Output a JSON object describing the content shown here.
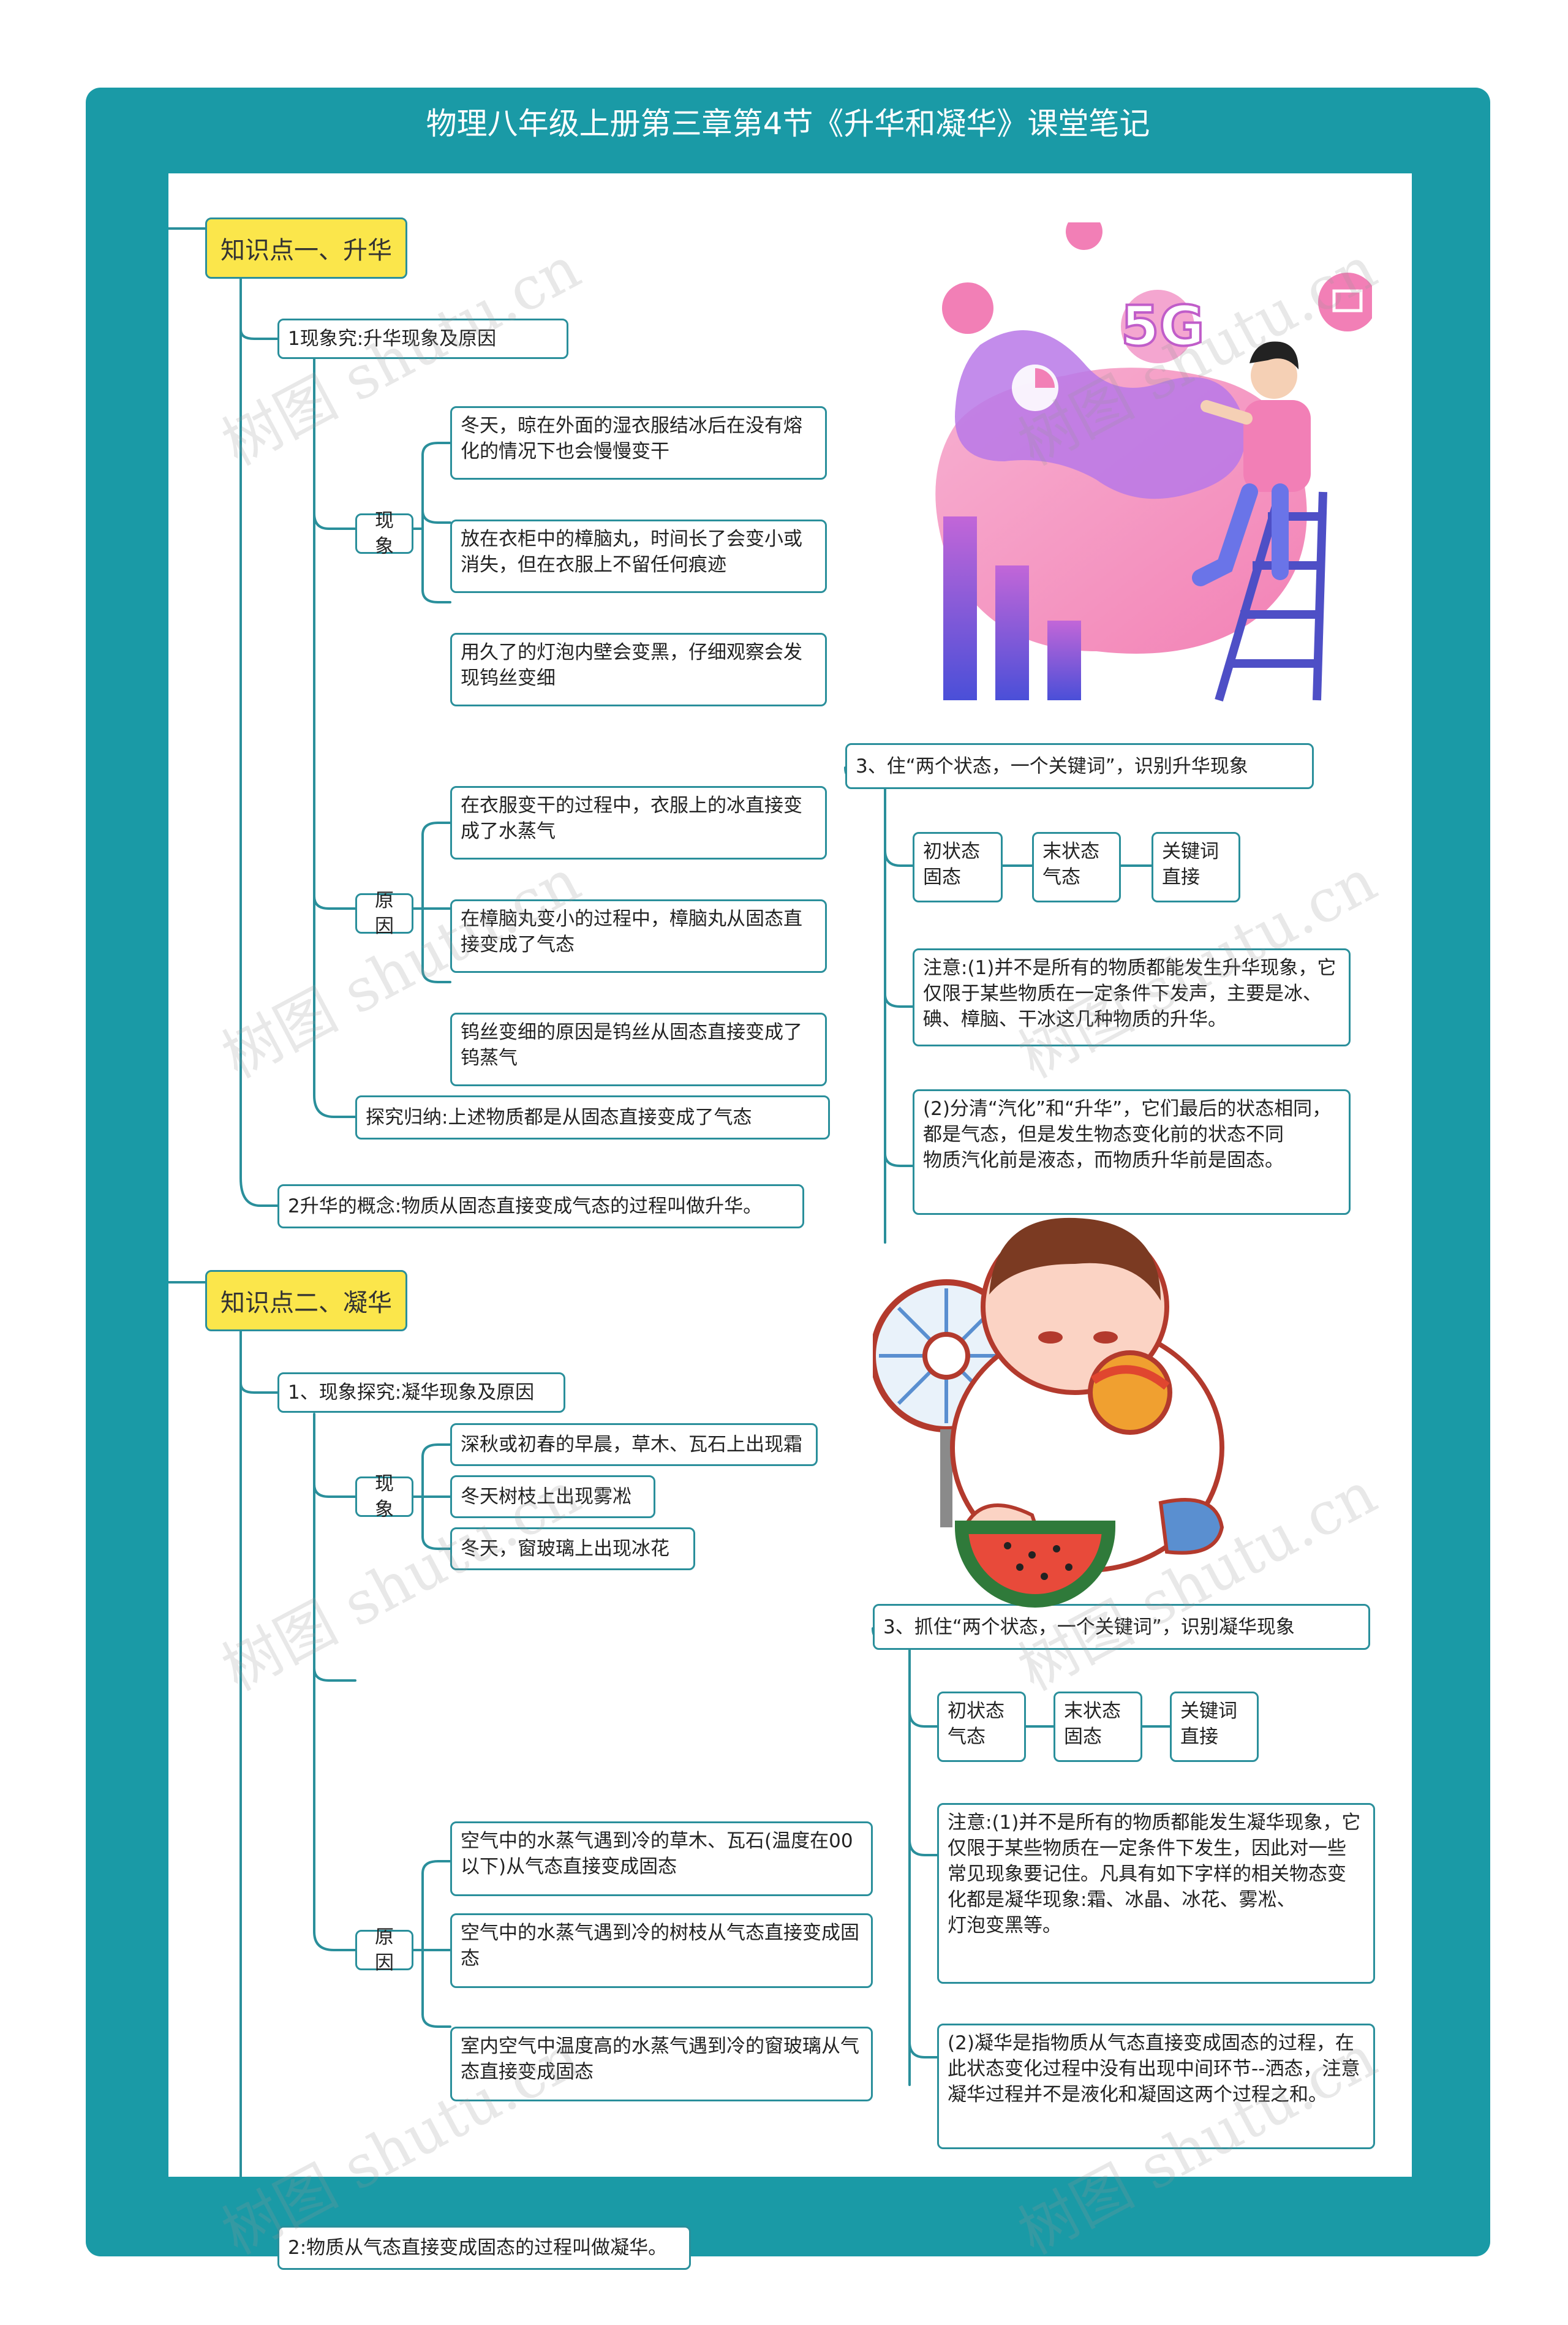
{
  "title": "物理八年级上册第三章第4节《升华和凝华》课堂笔记",
  "watermark": "树图 shutu.cn",
  "section1": {
    "heading": "知识点一、升华",
    "explore": "1现象究:升华现象及原因",
    "phenomena_label": "现象",
    "phenomena": [
      "冬天，晾在外面的湿衣服结冰后在没有熔化的情况下也会慢慢变干",
      "放在衣柜中的樟脑丸，时间长了会变小或消失，但在衣服上不留任何痕迹",
      "用久了的灯泡内壁会变黑，仔细观察会发现钨丝变细"
    ],
    "reasons_label": "原因",
    "reasons": [
      "在衣服变干的过程中，衣服上的冰直接变成了水蒸气",
      "在樟脑丸变小的过程中，樟脑丸从固态直接变成了气态",
      "钨丝变细的原因是钨丝从固态直接变成了钨蒸气"
    ],
    "summary": "探究归纳:上述物质都是从固态直接变成了气态",
    "concept": "2升华的概念:物质从固态直接变成气态的过程叫做升华。",
    "grasp": "3、住“两个状态，一个关键词”，识别升华现象",
    "states": [
      "初状态\n固态",
      "末状态\n气态",
      "关键词\n直接"
    ],
    "note1": "注意:(1)并不是所有的物质都能发生升华现象，它仅限于某些物质在一定条件下发声，主要是冰、碘、樟脑、干冰这几种物质的升华。",
    "note2": "(2)分清“汽化”和“升华”，它们最后的状态相同，都是气态，但是发生物态变化前的状态不同\n物质汽化前是液态，而物质升华前是固态。"
  },
  "section2": {
    "heading": "知识点二、凝华",
    "explore": "1、现象探究:凝华现象及原因",
    "phenomena_label": "现象",
    "phenomena": [
      "深秋或初春的早晨，草木、瓦石上出现霜",
      "冬天树枝上出现雾凇",
      "冬天，窗玻璃上出现冰花"
    ],
    "reasons_label": "原因",
    "reasons": [
      "空气中的水蒸气遇到冷的草木、瓦石(温度在00以下)从气态直接变成固态",
      "空气中的水蒸气遇到冷的树枝从气态直接变成固态",
      "室内空气中温度高的水蒸气遇到冷的窗玻璃从气态直接变成固态"
    ],
    "concept": "2:物质从气态直接变成固态的过程叫做凝华。",
    "grasp": "3、抓住“两个状态，一个关键词”，识别凝华现象",
    "states": [
      "初状态\n气态",
      "末状态\n固态",
      "关键词\n直接"
    ],
    "note1": "注意:(1)并不是所有的物质都能发生凝华现象，它仅限于某些物质在一定条件下发生，因此对一些常见现象要记住。凡具有如下字样的相关物态变化都是凝华现象:霜、冰晶、冰花、雾凇、\n灯泡变黑等。",
    "note2": "(2)凝华是指物质从气态直接变成固态的过程，在此状态变化过程中没有出现中间环节--洒态，注意凝华过程并不是液化和凝固这两个过程之和。"
  },
  "illustrations": {
    "top": "5G",
    "top_icon": "5g-network-illustration",
    "bottom_icon": "hot-kid-eating-watermelon-illustration"
  }
}
